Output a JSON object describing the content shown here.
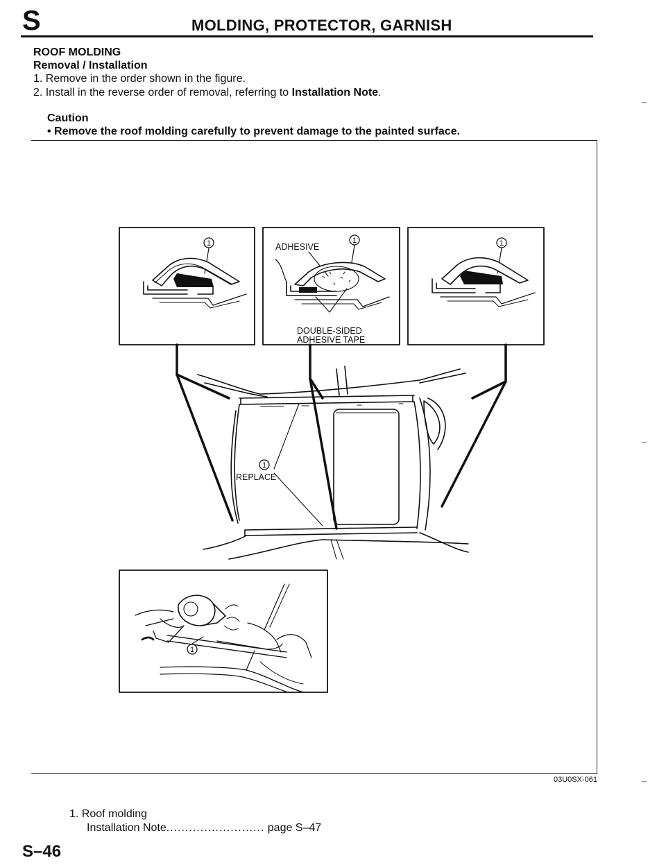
{
  "header": {
    "section_letter": "S",
    "title": "MOLDING, PROTECTOR, GARNISH"
  },
  "section": {
    "heading": "ROOF MOLDING",
    "subheading": "Removal / Installation",
    "steps": [
      {
        "number": "1.",
        "text": "Remove in the order shown in the figure."
      },
      {
        "number": "2.",
        "text_before": "Install in the reverse order of removal, referring to ",
        "bold": "Installation Note",
        "text_after": "."
      }
    ]
  },
  "caution": {
    "title": "Caution",
    "text": "• Remove the roof molding carefully to prevent damage to the painted surface."
  },
  "figure": {
    "callout_number": "1",
    "label_adhesive": "ADHESIVE",
    "label_tape_line1": "DOUBLE-SIDED",
    "label_tape_line2": "ADHESIVE TAPE",
    "label_replace": "REPLACE",
    "code": "03U0SX-061"
  },
  "legend": {
    "item": "1. Roof molding",
    "note_label": "Installation Note",
    "leader": "..........................",
    "note_ref": "page S–47"
  },
  "footer": {
    "page_number": "S–46"
  },
  "icons": {
    "bullet": "bullet-icon",
    "callout": "circled-number-icon"
  }
}
